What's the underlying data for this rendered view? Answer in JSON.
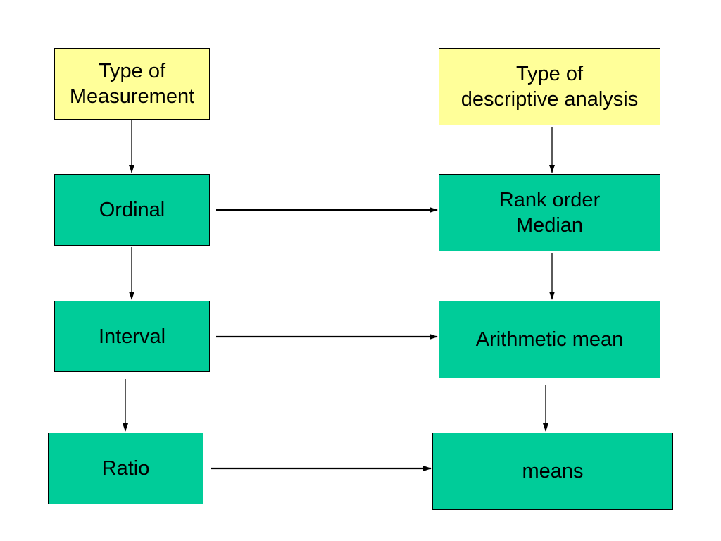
{
  "colors": {
    "header_fill": "#ffff99",
    "node_fill": "#00cc99",
    "border": "#000000",
    "background": "#ffffff"
  },
  "left_column": {
    "header": {
      "line1": "Type of",
      "line2": "Measurement"
    },
    "ordinal": "Ordinal",
    "interval": "Interval",
    "ratio": "Ratio"
  },
  "right_column": {
    "header": {
      "line1": "Type of",
      "line2": "descriptive analysis"
    },
    "rank_order": {
      "line1": "Rank order",
      "line2": "Median"
    },
    "arithmetic_mean": "Arithmetic mean",
    "means": "means"
  }
}
